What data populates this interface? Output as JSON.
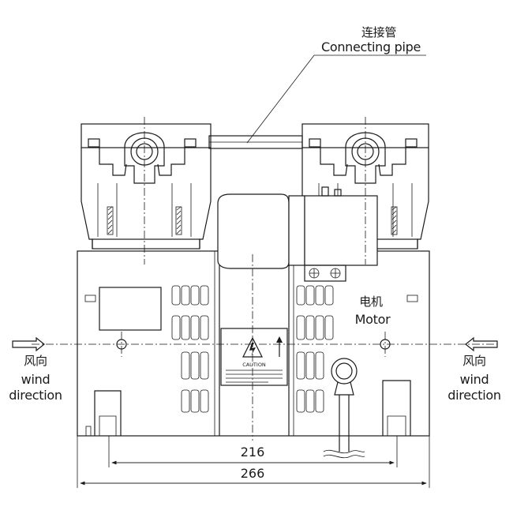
{
  "labels": {
    "connecting_pipe_cn": "连接管",
    "connecting_pipe_en": "Connecting pipe",
    "motor_cn": "电机",
    "motor_en": "Motor",
    "wind_left_cn": "风向",
    "wind_left_en_1": "wind",
    "wind_left_en_2": "direction",
    "wind_right_cn": "风向",
    "wind_right_en_1": "wind",
    "wind_right_en_2": "direction"
  },
  "dimensions": {
    "inner": "216",
    "outer": "266"
  },
  "caution_label": {
    "heading": "CAUTION"
  }
}
